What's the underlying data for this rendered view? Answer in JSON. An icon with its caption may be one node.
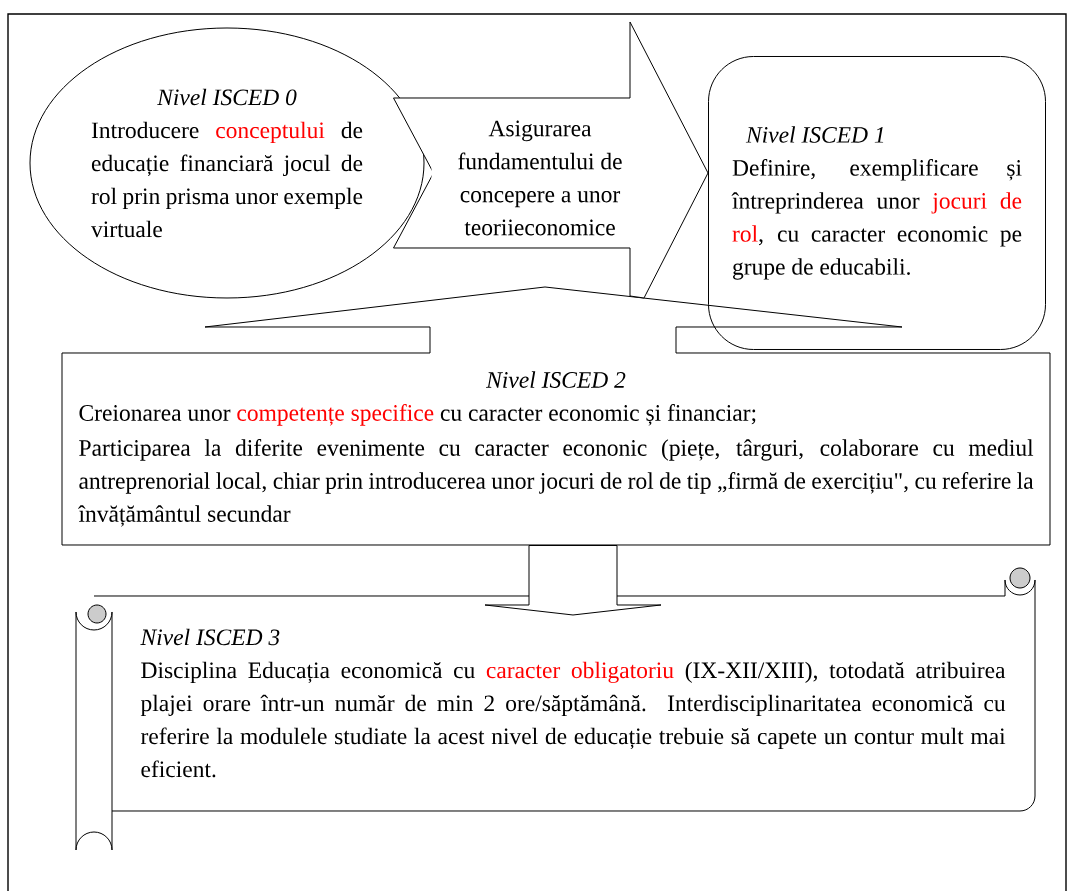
{
  "diagram": {
    "nodes": [
      {
        "text": [
          "Nivel ISCED 0",
          "Introducere",
          "conceptului",
          "de educație financiară jocul de rol prin prisma unor exemple virtuale"
        ]
      },
      {
        "text": [
          "Nivel ISCED 1",
          "Definire, exemplificare și întreprinderea unor",
          "jocuri de rol",
          ", cu caracter economic pe grupe de educabili."
        ]
      },
      {
        "text": [
          "Nivel ISCED 2",
          "Creionarea unor",
          "competențe specifice",
          "cu caracter economic și financiar;",
          "Participarea la diferite evenimente cu caracter econonic (piețe, târguri, colaborare cu mediul antreprenorial local, chiar prin introducerea unor jocuri de rol de tip „firmă de exercițiu\", cu referire la învățământul secundar"
        ]
      },
      {
        "text": [
          "Nivel ISCED 3",
          "Disciplina Educația economică cu",
          "caracter obligatoriu",
          "(IX-XII/XIII), totodată atribuirea plajei orare într-un număr de min 2 ore/săptămână. Interdisciplinaritatea economică cu referire la modulele studiate la acest nivel de educație trebuie să capete un contur mult mai eficient."
        ]
      }
    ],
    "edges": [
      {
        "from": 0,
        "to": 1,
        "arrow": "to",
        "label": "Asigurarea fundamentului de concepere a unor teoriieconomice"
      },
      {
        "from": 2,
        "to": 3,
        "arrow": "to"
      }
    ]
  }
}
